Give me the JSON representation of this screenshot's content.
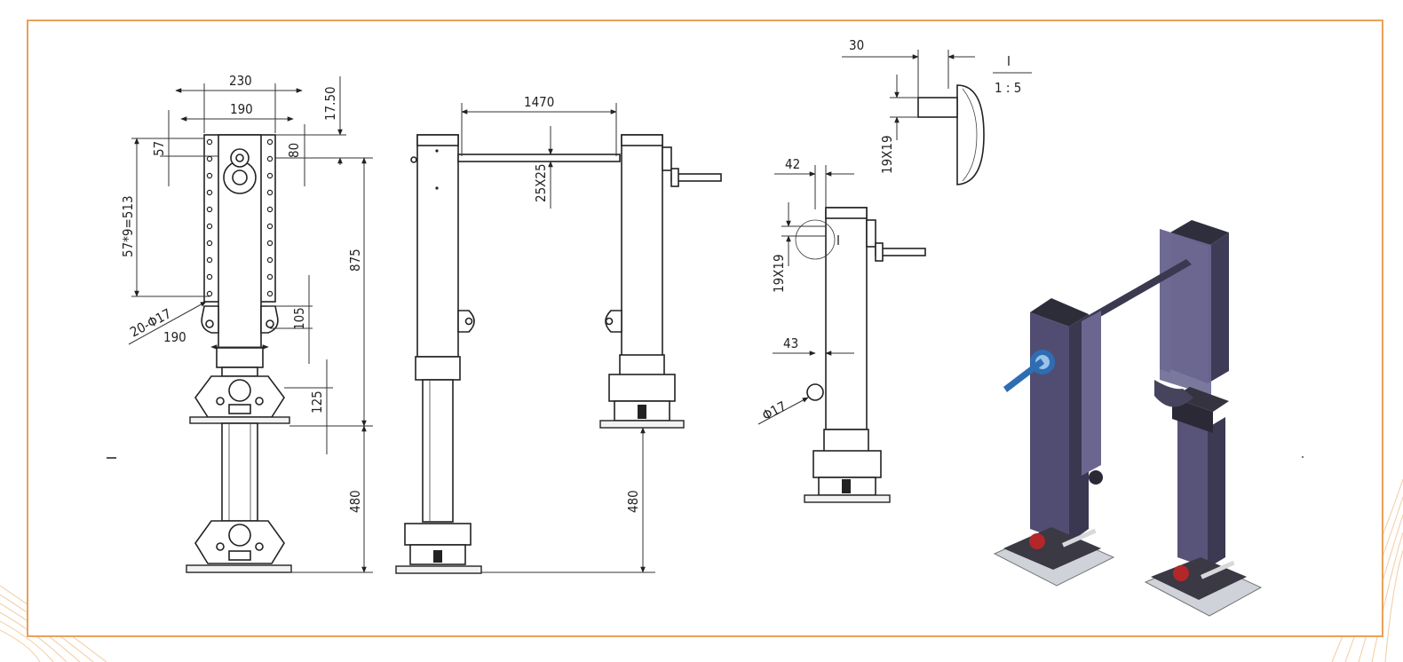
{
  "colors": {
    "frame": "#e9a15a",
    "line": "#222222",
    "dimension": "#333333",
    "steel_face": "#4e4a6e",
    "steel_side": "#6a6690",
    "steel_top": "#3b3a4a",
    "rod": "#2f6db3",
    "knob": "#b3262a"
  },
  "front_view": {
    "dim_230": "230",
    "dim_190_top": "190",
    "dim_17_50": "17.50",
    "dim_57": "57",
    "dim_80": "80",
    "dim_hole_pitch": "57*9=513",
    "dim_holes": "20-Φ17",
    "dim_190_bottom": "190",
    "dim_105": "105",
    "dim_125": "125",
    "dim_875": "875",
    "dim_480": "480"
  },
  "side_view": {
    "dim_1470": "1470",
    "dim_25x25": "25X25",
    "dim_480": "480"
  },
  "end_view": {
    "dim_42": "42",
    "dim_19x19": "19X19",
    "detail_marker": "I",
    "dim_43": "43",
    "dim_phi17": "Φ17"
  },
  "detail": {
    "dim_30": "30",
    "dim_19x19": "19X19",
    "label": "I",
    "scale": "1 : 5"
  },
  "icons": [
    "isometric-render"
  ]
}
